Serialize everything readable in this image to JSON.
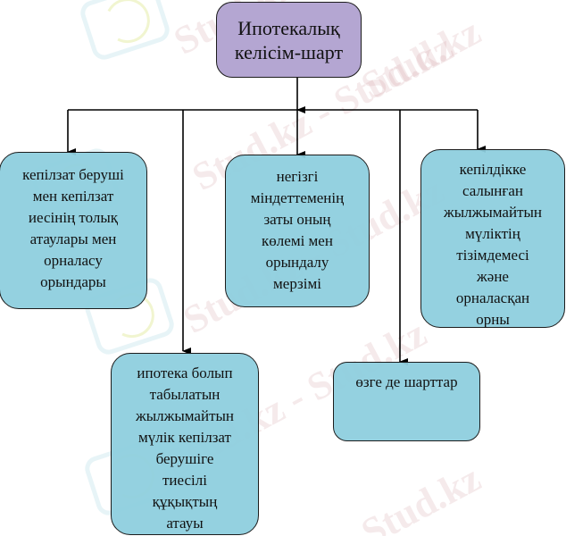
{
  "diagram": {
    "root": {
      "lines": [
        "Ипотекалық",
        "келісім-шарт"
      ],
      "fill": "#b4a6d2"
    },
    "children_fill": "#8dcede",
    "children": [
      {
        "id": "parties",
        "lines": [
          "кепілзат беруші",
          "мен кепілзат",
          "иесінің толық",
          "атаулары мен",
          "орналасу",
          "орындары"
        ]
      },
      {
        "id": "obligation",
        "lines": [
          "негізгі",
          "міндеттеменің",
          "заты оның",
          "көлемі мен",
          "орындалу",
          "мерзімі"
        ]
      },
      {
        "id": "property-list",
        "lines": [
          "кепілдікке",
          "салынған",
          "жылжымайтын",
          "мүліктің",
          "тізімдемесі",
          "және",
          "орналасқан",
          "орны"
        ]
      },
      {
        "id": "right-title",
        "lines": [
          "ипотека болып",
          "табылатын",
          "жылжымайтын",
          "мүлік кепілзат",
          "берушіге",
          "тиесілі",
          "құқықтың",
          "атауы"
        ]
      },
      {
        "id": "other-terms",
        "lines": [
          "өзге де шарттар"
        ]
      }
    ]
  },
  "watermark": {
    "text": "Stud.kz",
    "text_dash": "Stud.kz - Stud.kz"
  }
}
